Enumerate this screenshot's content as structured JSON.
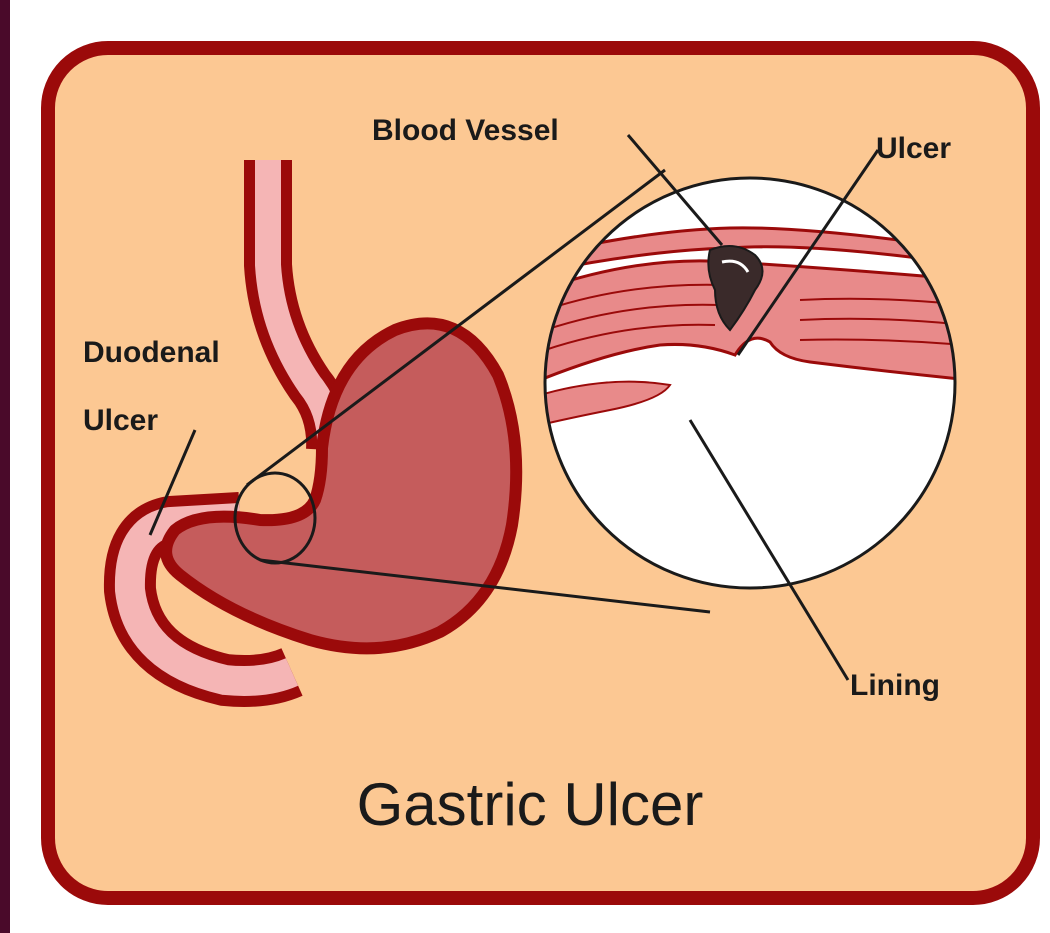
{
  "title": "Gastric Ulcer",
  "labels": {
    "blood_vessel": "Blood Vessel",
    "ulcer": "Ulcer",
    "duodenal_line1": "Duodenal",
    "duodenal_line2": "Ulcer",
    "lining": "Lining"
  },
  "colors": {
    "outer_background": "#4a0a2a",
    "panel_fill": "#fcc893",
    "panel_border": "#9b0a0a",
    "stomach_fill": "#c55c5c",
    "stomach_outline": "#9b0a0a",
    "esophagus_inner": "#f5b5b5",
    "tissue_pink": "#e88a8a",
    "magnifier_fill": "#ffffff"
  }
}
